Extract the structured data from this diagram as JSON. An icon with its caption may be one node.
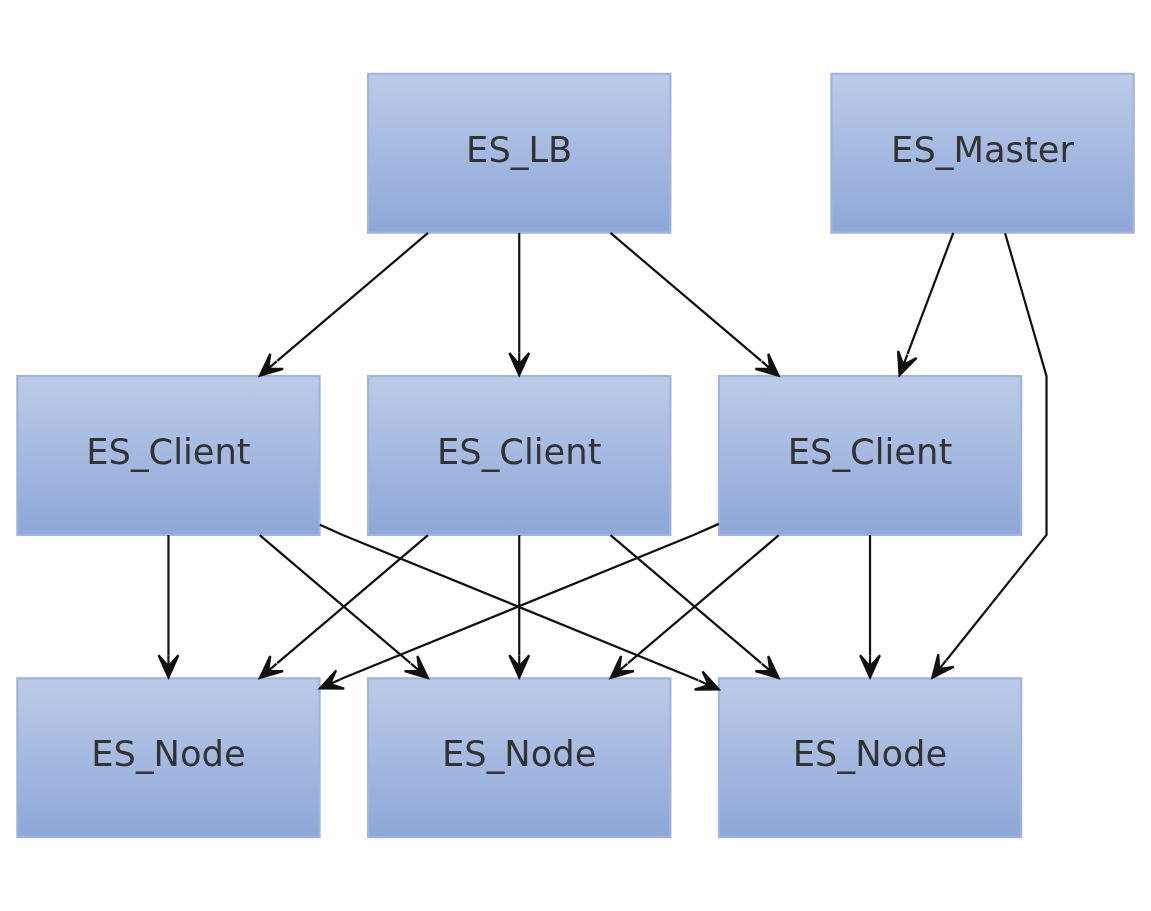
{
  "diagram": {
    "nodes": [
      {
        "text": [
          "ES_LB"
        ]
      },
      {
        "text": [
          "ES_Client"
        ]
      },
      {
        "text": [
          "ES_Client"
        ]
      },
      {
        "text": [
          "ES_Client"
        ]
      },
      {
        "text": [
          "ES_Master"
        ]
      },
      {
        "text": [
          "ES_Node"
        ]
      },
      {
        "text": [
          "ES_Node"
        ]
      },
      {
        "text": [
          "ES_Node"
        ]
      }
    ],
    "edges": [
      {
        "from": 0,
        "to": 1,
        "arrow": "to"
      },
      {
        "from": 0,
        "to": 2,
        "arrow": "to"
      },
      {
        "from": 0,
        "to": 3,
        "arrow": "to"
      },
      {
        "from": 4,
        "to": 1,
        "arrow": "to"
      },
      {
        "from": 1,
        "to": 5,
        "arrow": "to"
      },
      {
        "from": 1,
        "to": 6,
        "arrow": "to"
      },
      {
        "from": 1,
        "to": 7,
        "arrow": "to"
      },
      {
        "from": 2,
        "to": 5,
        "arrow": "to"
      },
      {
        "from": 2,
        "to": 6,
        "arrow": "to"
      },
      {
        "from": 2,
        "to": 7,
        "arrow": "to"
      },
      {
        "from": 3,
        "to": 5,
        "arrow": "to"
      },
      {
        "from": 3,
        "to": 6,
        "arrow": "to"
      },
      {
        "from": 3,
        "to": 7,
        "arrow": "to"
      },
      {
        "from": 4,
        "to": 5,
        "arrow": "to"
      }
    ]
  }
}
